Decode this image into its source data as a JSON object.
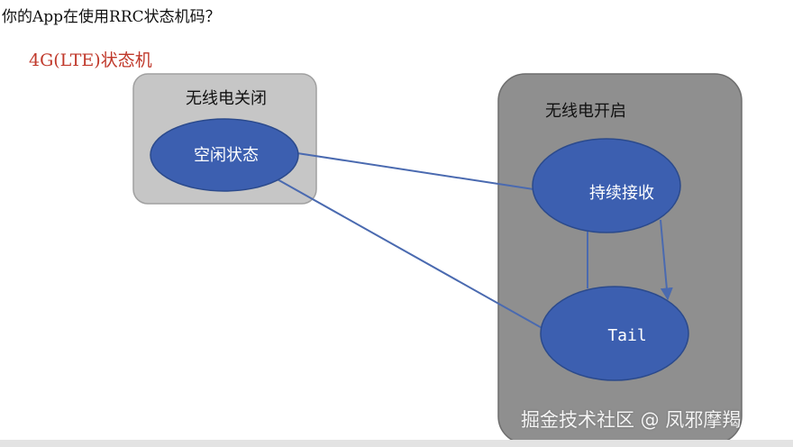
{
  "page_title": "你的App在使用RRC状态机码？",
  "subtitle": {
    "text": "4G(LTE)状态机",
    "color": "#c0392b"
  },
  "groups": {
    "radio_off": {
      "label": "无线电关闭"
    },
    "radio_on": {
      "label": "无线电开启"
    }
  },
  "states": {
    "idle": {
      "label": "空闲状态"
    },
    "continuous_reception": {
      "label": "持续接收"
    },
    "tail": {
      "label": "Tail"
    }
  },
  "colors": {
    "state_fill": "#3c5fb0",
    "state_stroke": "#2b4a8c",
    "edge": "#4a6ab0",
    "radio_off_fill": "#c6c6c6",
    "radio_on_fill": "#8f8f8f"
  },
  "watermark": "掘金技术社区 @ 凤邪摩羯"
}
